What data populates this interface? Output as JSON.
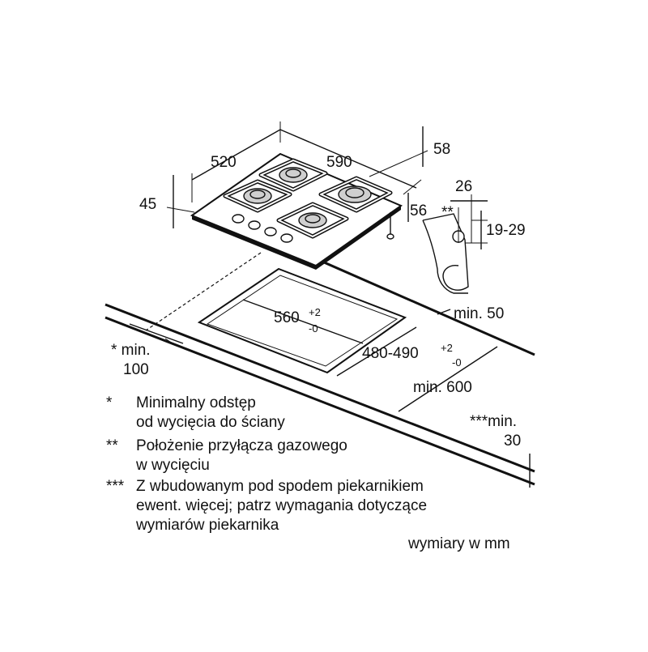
{
  "dimensions": {
    "hob_depth": "520",
    "hob_width": "590",
    "hob_total_height": "58",
    "hob_glass_height": "45",
    "connection_height": "56",
    "connection_offset": "26",
    "connection_marker": "**",
    "connection_range": "19-29",
    "cutout_width": "560",
    "cutout_width_tol_plus": "+2",
    "cutout_width_tol_minus": "-0",
    "cutout_depth": "480-490",
    "cutout_depth_tol_plus": "+2",
    "cutout_depth_tol_minus": "-0",
    "front_clearance": "min. 50",
    "worktop_depth": "min. 600",
    "wall_clearance_line1": "* min.",
    "wall_clearance_line2": "100",
    "oven_clearance_line1": "***min.",
    "oven_clearance_line2": "30"
  },
  "legend": [
    {
      "mark": "*",
      "text": "Minimalny odstęp\nod wycięcia do ściany"
    },
    {
      "mark": "**",
      "text": "Położenie przyłącza gazowego\nw wycięciu"
    },
    {
      "mark": "***",
      "text": "Z wbudowanym pod spodem piekarnikiem\newent. więcej; patrz wymagania dotyczące\nwymiarów piekarnika"
    }
  ],
  "units_note": "wymiary w mm"
}
